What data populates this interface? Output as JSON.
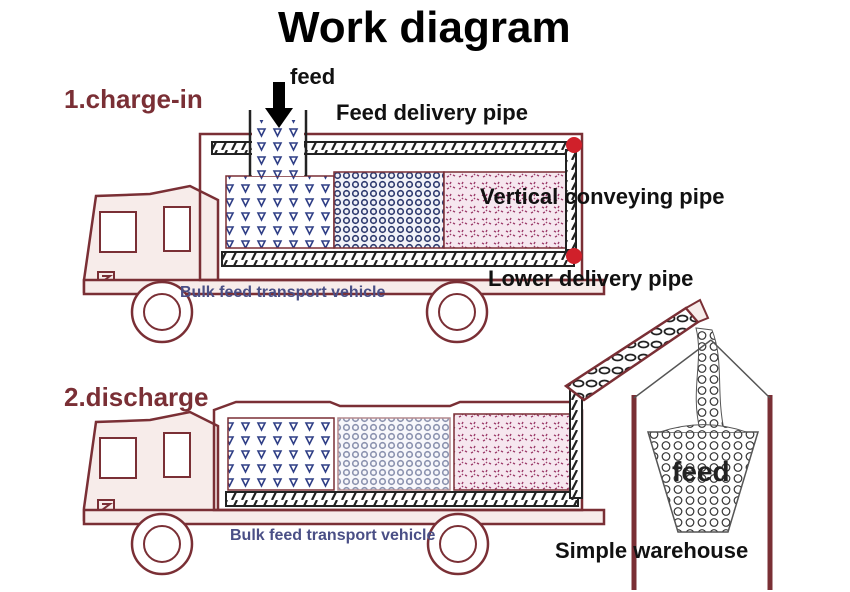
{
  "title": "Work diagram",
  "stage1": {
    "label": "1.charge-in",
    "feed_label": "feed",
    "feed_delivery_pipe": "Feed delivery pipe",
    "vertical_conveying_pipe": "Vertical conveying pipe",
    "lower_delivery_pipe": "Lower delivery pipe",
    "vehicle_label": "Bulk feed transport vehicle"
  },
  "stage2": {
    "label": "2.discharge",
    "vehicle_label": "Bulk feed transport vehicle",
    "warehouse_feed_label": "feed",
    "warehouse_label": "Simple warehouse"
  },
  "colors": {
    "outline": "#7a2f35",
    "truck_fill": "#f7ecea",
    "triangle_feed": "#2f3f86",
    "dot_feed": "#2e3a6e",
    "speckle_feed": "#9c3b6a",
    "arrow": "#000000",
    "valve": "#d0202a"
  },
  "icons": {
    "charge_arrow": "down-arrow-icon",
    "valve": "red-valve-icon",
    "truck": "truck-icon",
    "silo": "silo-icon"
  }
}
